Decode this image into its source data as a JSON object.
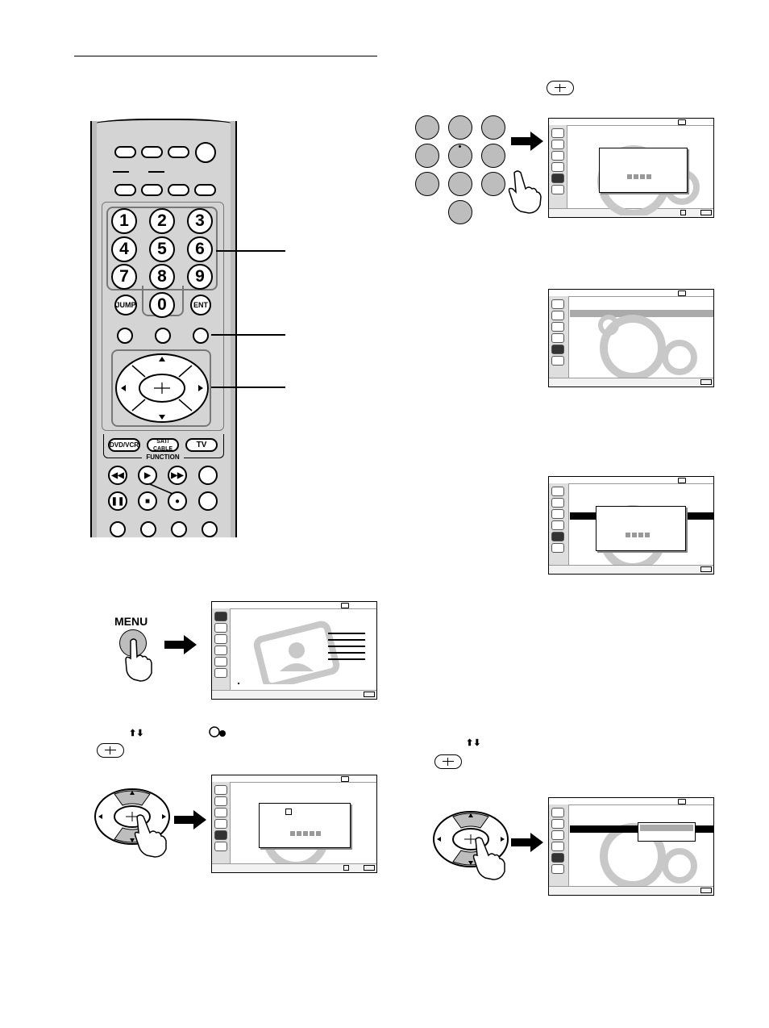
{
  "remote": {
    "number_keys": [
      "1",
      "2",
      "3",
      "4",
      "5",
      "6",
      "7",
      "8",
      "9",
      "0"
    ],
    "jump_label": "JUMP",
    "ent_label": "ENT",
    "function_label": "FUNCTION",
    "dvd_vcr_label": "DVD/VCR",
    "sat_cable_label": "SAT/\nCABLE",
    "tv_label": "TV"
  },
  "step1": {
    "menu_label": "MENU"
  },
  "colors": {
    "key_grey": "#bdbdbd",
    "panel_grey": "#d4d4d4",
    "bear_grey": "#c8c8c8"
  }
}
